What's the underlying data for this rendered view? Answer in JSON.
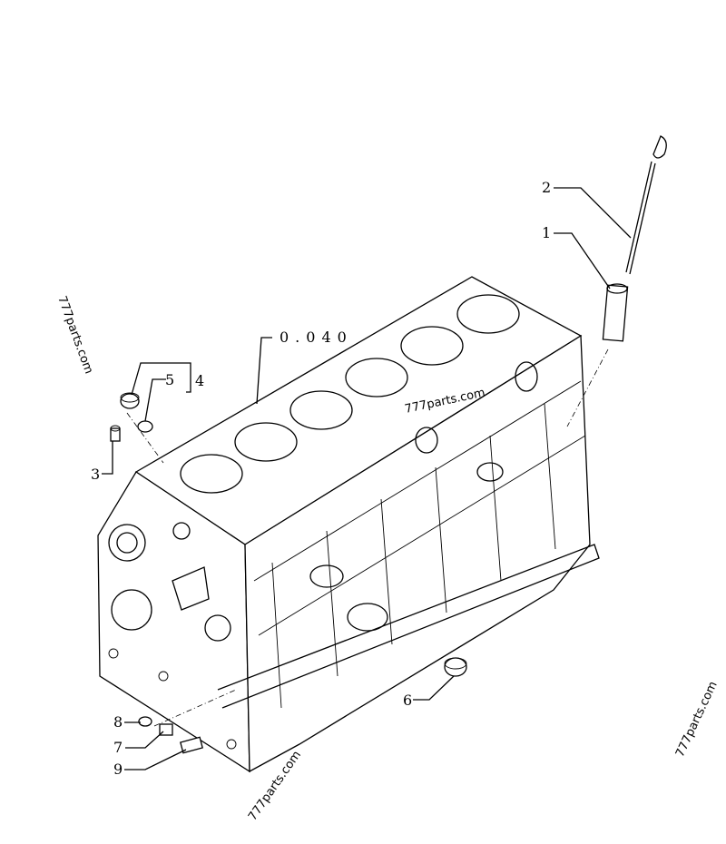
{
  "callouts": {
    "c1": "1",
    "c2": "2",
    "c3": "3",
    "c4": "4",
    "c5": "5",
    "c6": "6",
    "c7": "7",
    "c8": "8",
    "c9": "9"
  },
  "reference": "0.040",
  "watermarks": {
    "left": "777parts.com",
    "center": "777parts.com",
    "bottom": "777parts.com",
    "right": "777parts.com"
  },
  "colors": {
    "ink": "#000000",
    "paper": "#ffffff"
  }
}
